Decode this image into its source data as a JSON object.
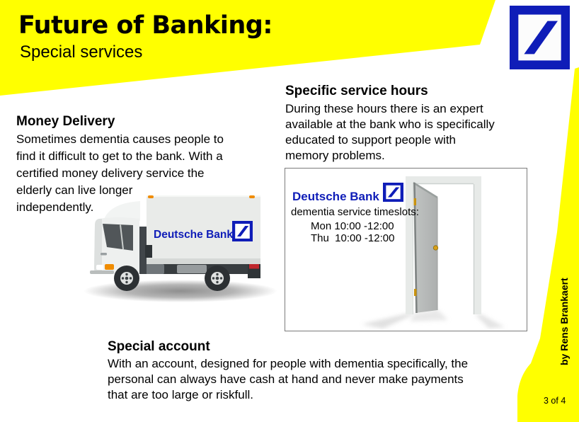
{
  "page": {
    "title": "Future of Banking:",
    "subtitle": "Special services",
    "author_credit": "by Rens Brankaert",
    "page_indicator": "3 of 4",
    "colors": {
      "accent_yellow": "#FFFF00",
      "brand_blue": "#0f1db8",
      "text": "#000000"
    }
  },
  "sections": {
    "money_delivery": {
      "heading": "Money Delivery",
      "lines": [
        "Sometimes dementia causes people to",
        "find it difficult to get to the bank. With a",
        "certified money delivery service the",
        "elderly can live longer",
        "independently."
      ]
    },
    "service_hours": {
      "heading": "Specific service hours",
      "lines": [
        "During these hours there is an expert",
        "available at the bank who is specifically",
        "educated to support people with",
        "memory problems."
      ]
    },
    "special_account": {
      "heading": "Special account",
      "lines": [
        "With an account, designed for people with dementia specifically, the",
        "personal can always have cash at hand and never make payments",
        "that are too large or riskfull."
      ]
    }
  },
  "truck": {
    "brand": "Deutsche Bank"
  },
  "door_sign": {
    "brand": "Deutsche Bank",
    "line1": "dementia service timeslots:",
    "line2": "Mon 10:00 -12:00",
    "line3": "Thu  10:00 -12:00"
  },
  "icons": {
    "logo": "deutsche-bank-slash-logo"
  }
}
